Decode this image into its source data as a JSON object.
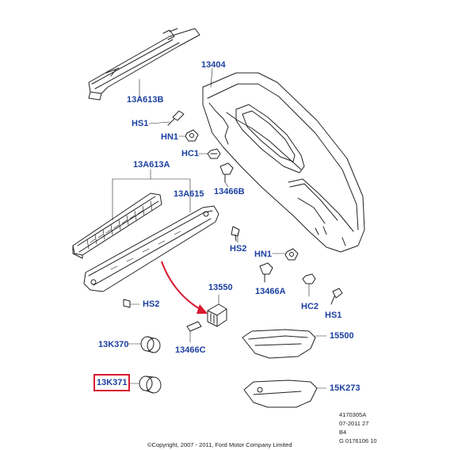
{
  "diagram": {
    "parts": [
      {
        "id": "13A613B",
        "label": "13A613B"
      },
      {
        "id": "13404",
        "label": "13404"
      },
      {
        "id": "HS1_top",
        "label": "HS1"
      },
      {
        "id": "HN1_top",
        "label": "HN1"
      },
      {
        "id": "HC1",
        "label": "HC1"
      },
      {
        "id": "13466B",
        "label": "13466B"
      },
      {
        "id": "13A613A",
        "label": "13A613A"
      },
      {
        "id": "13A615",
        "label": "13A615"
      },
      {
        "id": "HS2_right",
        "label": "HS2"
      },
      {
        "id": "HN1_mid",
        "label": "HN1"
      },
      {
        "id": "13550",
        "label": "13550"
      },
      {
        "id": "13466A",
        "label": "13466A"
      },
      {
        "id": "HC2",
        "label": "HC2"
      },
      {
        "id": "HS1_right",
        "label": "HS1"
      },
      {
        "id": "HS2_left",
        "label": "HS2"
      },
      {
        "id": "13K370",
        "label": "13K370"
      },
      {
        "id": "13466C",
        "label": "13466C"
      },
      {
        "id": "15500",
        "label": "15500"
      },
      {
        "id": "13K371",
        "label": "13K371"
      },
      {
        "id": "15K273",
        "label": "15K273"
      }
    ],
    "highlighted_part": "13K371",
    "highlight_color": "#d8192f",
    "label_color": "#1a3fa0",
    "arrow_color": "#d8192f",
    "reference": {
      "line1": "4170305A",
      "line2": "07-2011 27",
      "line3": "B4",
      "line4": "G 0176106 10"
    },
    "copyright": "©Copyright, 2007 - 2011, Ford Motor Company Limited"
  }
}
